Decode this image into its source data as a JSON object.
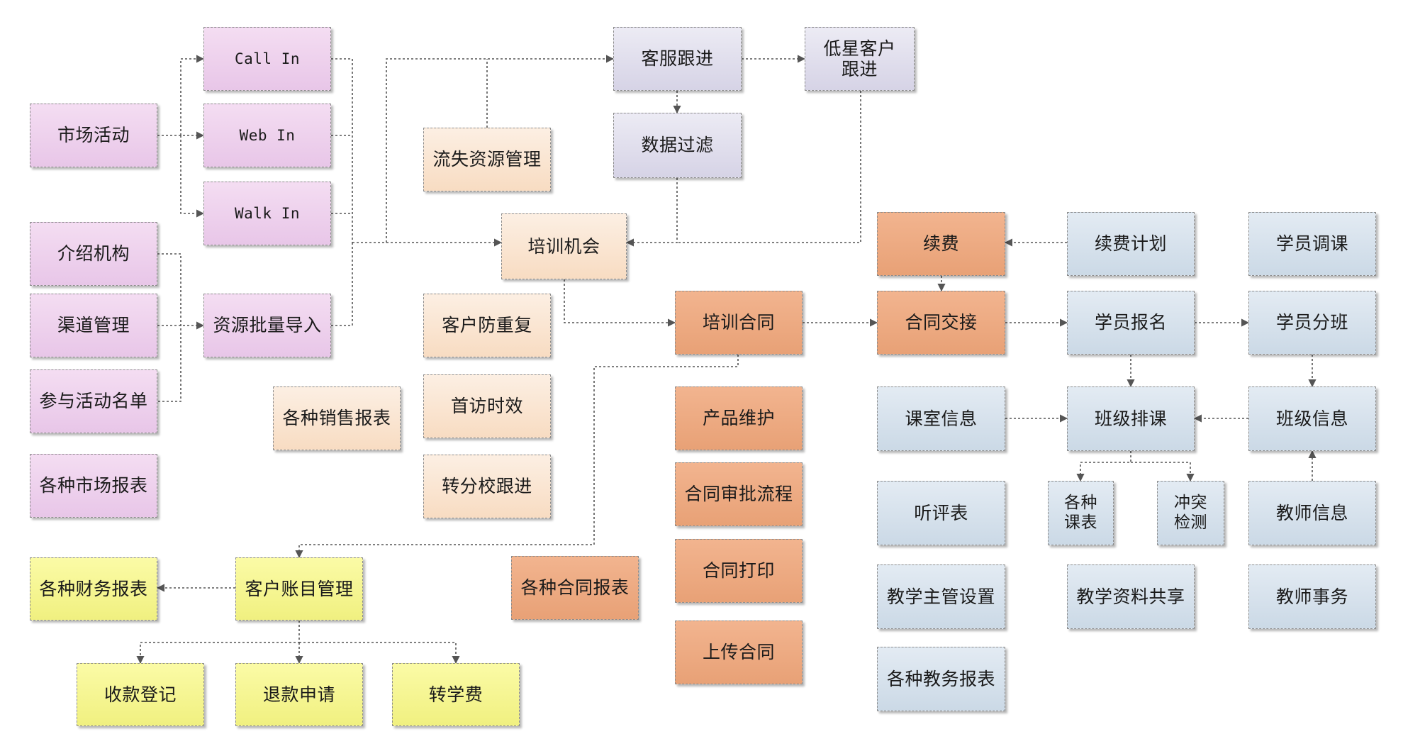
{
  "colors": {
    "pink": "#ebcbea",
    "peach": "#f9e2cc",
    "orange": "#eda57a",
    "purple": "#dcd9e9",
    "blue": "#d2dfea",
    "yellow": "#f4f48c",
    "connector": "#555555"
  },
  "nodes": {
    "call_in": "Call In",
    "web_in": "Web In",
    "walk_in": "Walk In",
    "market_activity": "市场活动",
    "referral_org": "介绍机构",
    "channel_mgmt": "渠道管理",
    "activity_list": "参与活动名单",
    "bulk_import": "资源批量导入",
    "market_reports": "各种市场报表",
    "lost_resource_mgmt": "流失资源管理",
    "cs_followup": "客服跟进",
    "data_filter": "数据过滤",
    "low_star_followup": "低星客户\n跟进",
    "training_opportunity": "培训机会",
    "anti_duplicate": "客户防重复",
    "first_visit": "首访时效",
    "branch_transfer": "转分校跟进",
    "sales_reports": "各种销售报表",
    "training_contract": "培训合同",
    "product_maintenance": "产品维护",
    "contract_approval": "合同审批流程",
    "contract_print": "合同打印",
    "upload_contract": "上传合同",
    "contract_reports": "各种合同报表",
    "renewal": "续费",
    "contract_handover": "合同交接",
    "renewal_plan": "续费计划",
    "student_enroll": "学员报名",
    "student_transfer_class": "学员调课",
    "student_grouping": "学员分班",
    "classroom_info": "课室信息",
    "class_schedule": "班级排课",
    "class_info": "班级信息",
    "eval_form": "听评表",
    "various_schedules": "各种\n课表",
    "conflict_check": "冲突\n检测",
    "teacher_info": "教师信息",
    "teaching_supervisor": "教学主管设置",
    "material_sharing": "教学资料共享",
    "teacher_affairs": "教师事务",
    "academic_reports": "各种教务报表",
    "finance_reports": "各种财务报表",
    "account_mgmt": "客户账目管理",
    "payment_record": "收款登记",
    "refund_request": "退款申请",
    "transfer_fee": "转学费"
  }
}
